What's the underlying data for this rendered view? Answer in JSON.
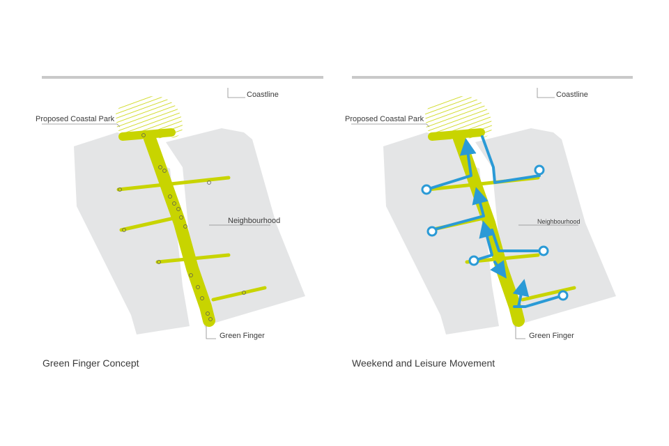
{
  "panels": [
    {
      "caption": "Green Finger Concept",
      "labels": {
        "coastline": "Coastline",
        "park": "Proposed Coastal Park",
        "neighbourhood": "Neighbourhood",
        "green_finger": "Green Finger"
      }
    },
    {
      "caption": "Weekend and Leisure Movement",
      "labels": {
        "coastline": "Coastline",
        "park": "Proposed Coastal Park",
        "neighbourhood": "Neighbourhood",
        "green_finger": "Green Finger"
      }
    }
  ],
  "colors": {
    "land": "#e4e5e6",
    "green": "#c8d400",
    "coast": "#c9c9c9",
    "movement": "#2a9ad6",
    "text": "#3a3a3a",
    "leader": "#8a8a8a"
  }
}
